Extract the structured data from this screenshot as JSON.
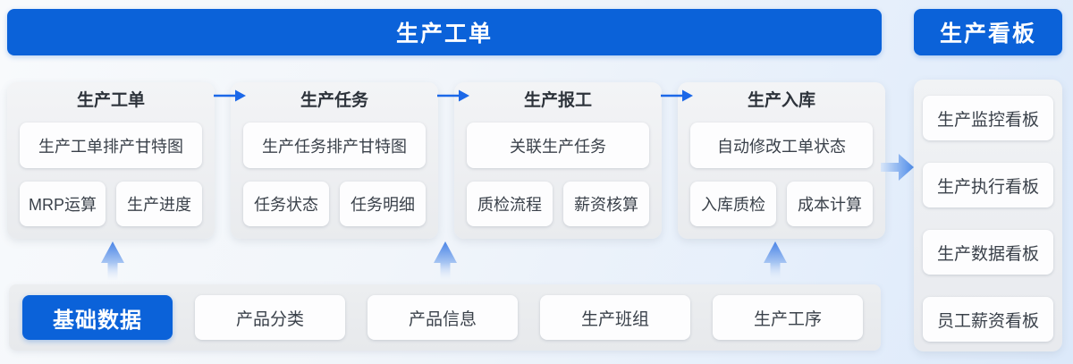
{
  "header": {
    "title": "生产工单"
  },
  "kanban_header": {
    "title": "生产看板"
  },
  "columns": [
    {
      "title": "生产工单",
      "wide": "生产工单排产甘特图",
      "items": [
        "MRP运算",
        "生产进度"
      ]
    },
    {
      "title": "生产任务",
      "wide": "生产任务排产甘特图",
      "items": [
        "任务状态",
        "任务明细"
      ]
    },
    {
      "title": "生产报工",
      "wide": "关联生产任务",
      "items": [
        "质检流程",
        "薪资核算"
      ]
    },
    {
      "title": "生产入库",
      "wide": "自动修改工单状态",
      "items": [
        "入库质检",
        "成本计算"
      ]
    }
  ],
  "kanban_items": [
    "生产监控看板",
    "生产执行看板",
    "生产数据看板",
    "员工薪资看板"
  ],
  "base_row": {
    "primary": "基础数据",
    "items": [
      "产品分类",
      "产品信息",
      "生产班组",
      "生产工序"
    ]
  },
  "colors": {
    "accent_blue": "#0b62d9",
    "flow_arrow_blue": "#1c68e8",
    "soft_arrow_blue": "#4e8ce9",
    "card_gray": "#eaecef",
    "background_tint": "#e4eefb"
  }
}
